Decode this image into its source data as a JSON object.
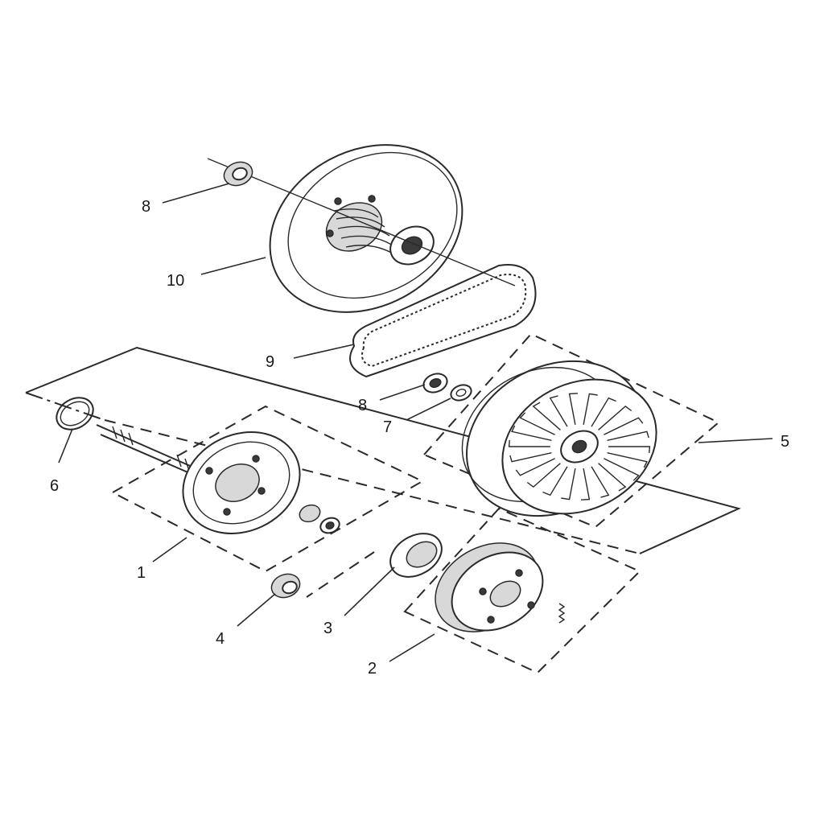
{
  "diagram": {
    "callouts": [
      {
        "id": "c1",
        "text": "1"
      },
      {
        "id": "c2",
        "text": "2"
      },
      {
        "id": "c3",
        "text": "3"
      },
      {
        "id": "c4",
        "text": "4"
      },
      {
        "id": "c5",
        "text": "5"
      },
      {
        "id": "c6",
        "text": "6"
      },
      {
        "id": "c7",
        "text": "7"
      },
      {
        "id": "c8a",
        "text": "8"
      },
      {
        "id": "c8b",
        "text": "8"
      },
      {
        "id": "c9",
        "text": "9"
      },
      {
        "id": "c10",
        "text": "10"
      }
    ]
  }
}
